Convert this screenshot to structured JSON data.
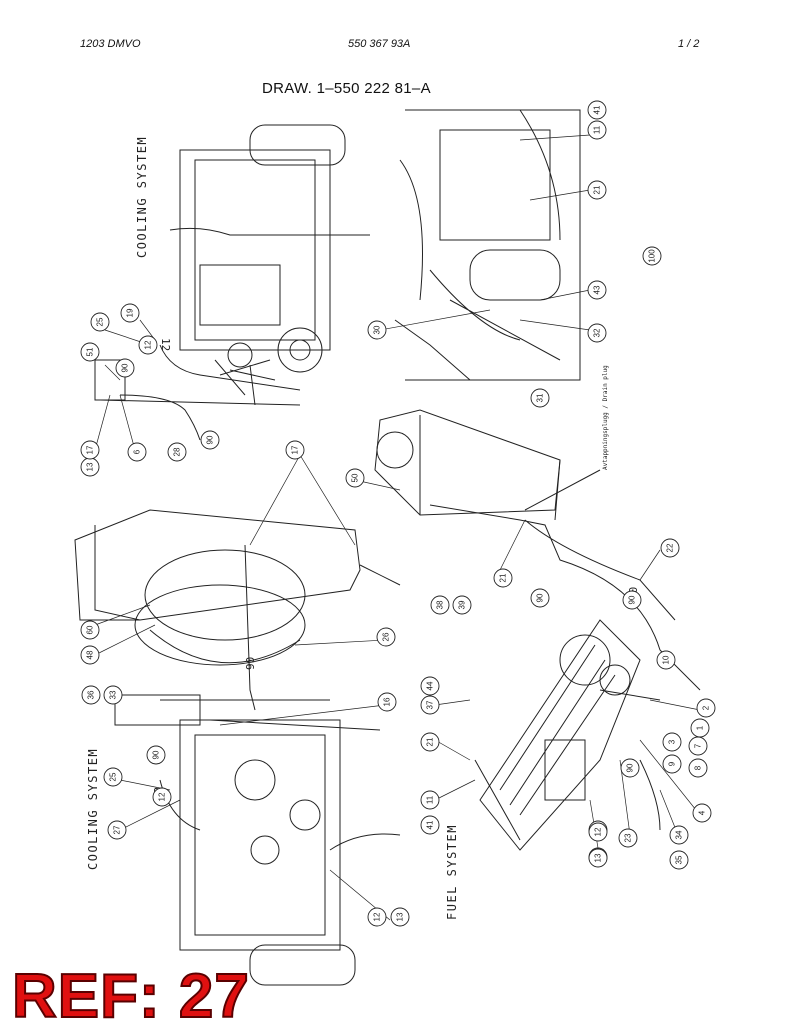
{
  "header": {
    "doc_id": "1203 DMVO",
    "part_number": "550 367 93A",
    "page": "1 /  2"
  },
  "drawing_title": "DRAW. 1–550 222 81–A",
  "sections": {
    "cooling_top": "COOLING SYSTEM",
    "cooling_bottom": "COOLING SYSTEM",
    "fuel": "FUEL SYSTEM"
  },
  "annotations": {
    "drain_plug": "Avtappningsplugg / Drain plug",
    "angle_a": "90",
    "angle_b": "90",
    "hose_a": "12",
    "hose_b": "12"
  },
  "callouts": [
    "41",
    "11",
    "21",
    "43",
    "32",
    "30",
    "31",
    "100",
    "25",
    "19",
    "12",
    "51",
    "90",
    "13",
    "17",
    "6",
    "28",
    "90",
    "17",
    "50",
    "21",
    "22",
    "90",
    "90",
    "38",
    "39",
    "26",
    "60",
    "48",
    "36",
    "33",
    "16",
    "90",
    "25",
    "12",
    "27",
    "44",
    "37",
    "21",
    "11",
    "41",
    "12",
    "13",
    "10",
    "2",
    "1",
    "3",
    "7",
    "9",
    "8",
    "90",
    "4",
    "23",
    "12",
    "13",
    "34",
    "35",
    "12",
    "13"
  ],
  "ref_label": "REF: 27",
  "colors": {
    "ref_label": "#e01010",
    "line": "#222222"
  }
}
